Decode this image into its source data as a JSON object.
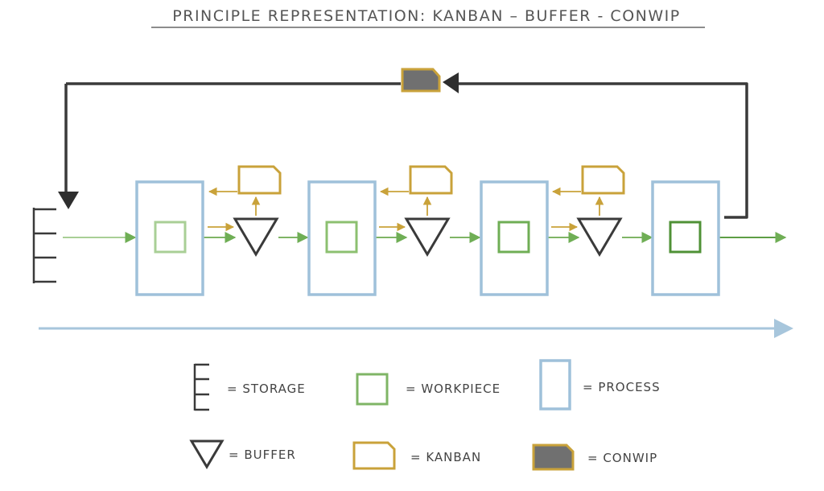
{
  "title": "PRINCIPLE REPRESENTATION: KANBAN – BUFFER - CONWIP",
  "legend": {
    "storage": "= STORAGE",
    "workpiece": "= WORKPIECE",
    "process": "= PROCESS",
    "buffer": "= BUFFER",
    "kanban": "= KANBAN",
    "conwip": "= CONWIP"
  },
  "colors": {
    "process": "#9fc1da",
    "workpiece": "#7fb566",
    "kanban": "#c9a23a",
    "conwip": "#6e6e6e",
    "dark": "#3a3a3a",
    "flow_arrow": "#a7c6dc"
  }
}
